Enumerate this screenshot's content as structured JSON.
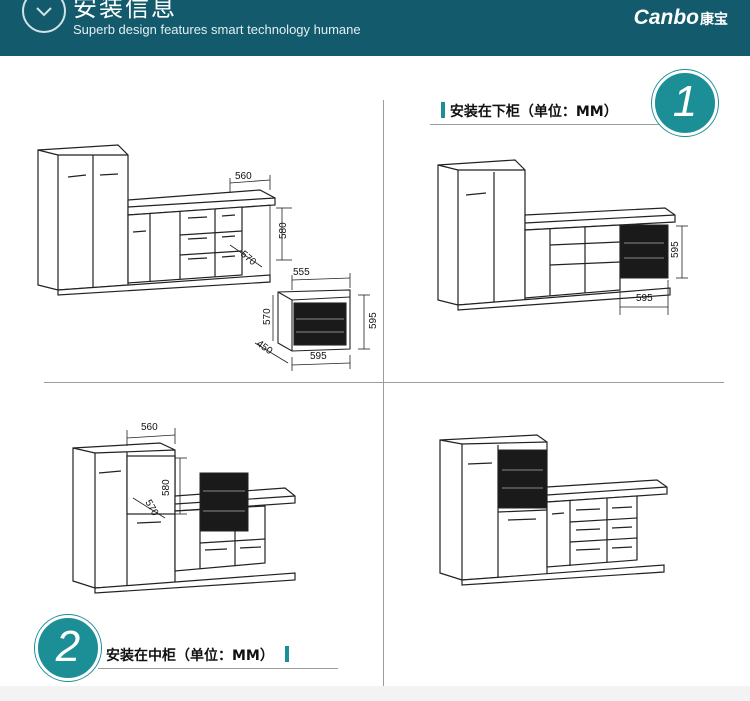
{
  "header": {
    "title": "安装信息",
    "subtitle": "Superb design features smart technology humane",
    "logo_text": "Canbo",
    "logo_cn": "康宝"
  },
  "section1": {
    "label": "安装在下柜（单位：MM）",
    "number": "1"
  },
  "section2": {
    "label": "安装在中柜（单位：MM）",
    "number": "2"
  },
  "dims": {
    "d560": "560",
    "d580": "580",
    "d570": "570",
    "d555": "555",
    "d595": "595",
    "d450": "450"
  },
  "colors": {
    "header_bg": "#135b6c",
    "accent": "#1b8e96"
  }
}
